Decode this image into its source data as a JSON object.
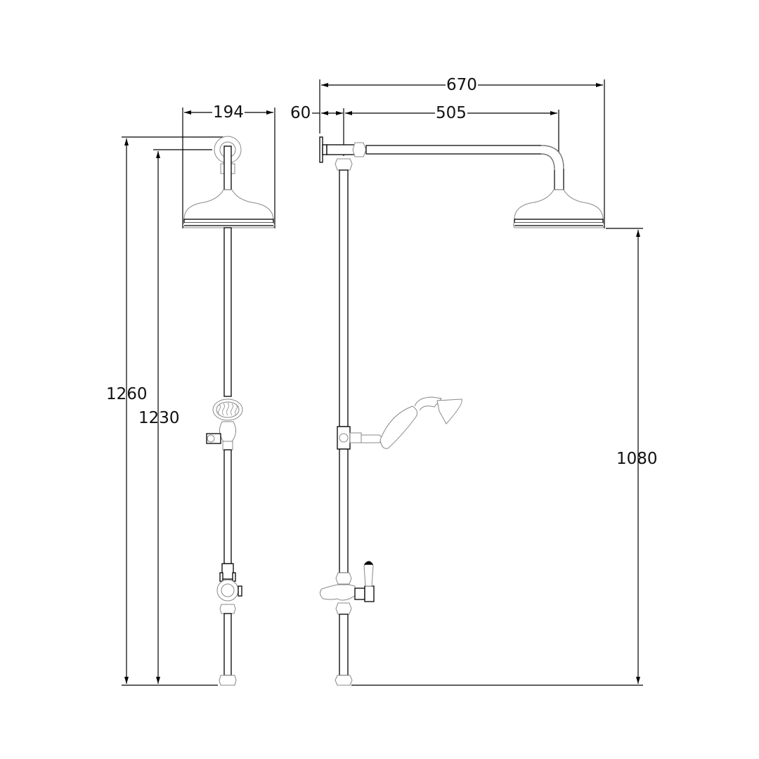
{
  "drawing": {
    "subject": "Exposed rigid riser shower kit with fixed head and handset",
    "units": "mm",
    "colors": {
      "line": "#000000",
      "fine_line": "#888888",
      "background": "#ffffff",
      "text": "#111111"
    }
  },
  "views": {
    "front": {
      "label": "front-view"
    },
    "side": {
      "label": "side-view"
    }
  },
  "dimensions": {
    "head_width": "194",
    "overall_projection": "670",
    "wall_offset": "60",
    "arm_reach": "505",
    "overall_height": "1260",
    "wall_bracket_height": "1230",
    "head_height_from_valve": "1080"
  }
}
